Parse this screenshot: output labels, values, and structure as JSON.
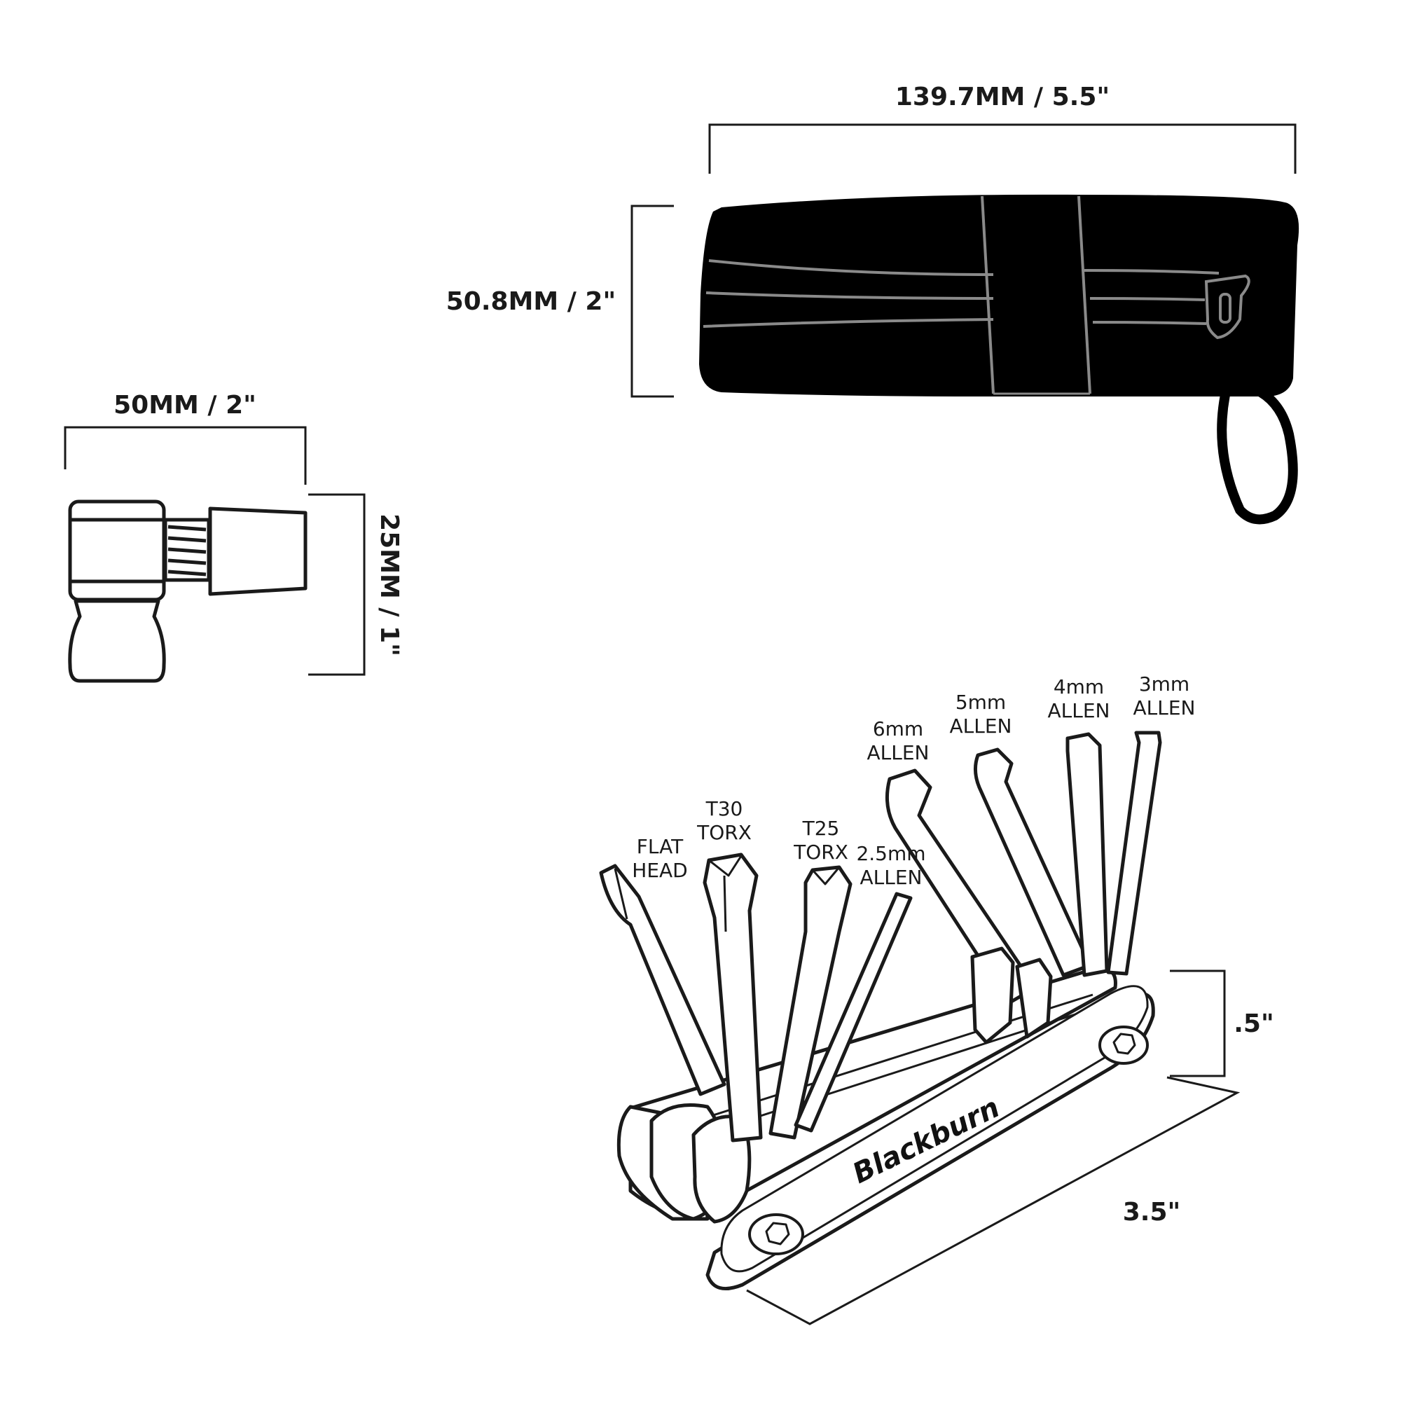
{
  "dimensions": {
    "roll_width": "139.7MM / 5.5\"",
    "roll_height": "50.8MM / 2\"",
    "inflator_width": "50MM / 2\"",
    "inflator_height": "25MM / 1\"",
    "multitool_height": ".5\"",
    "multitool_length": "3.5\""
  },
  "tool_labels": {
    "flat_head": [
      "FLAT",
      "HEAD"
    ],
    "t30_torx": [
      "T30",
      "TORX"
    ],
    "t25_torx": [
      "T25",
      "TORX"
    ],
    "allen_2_5": [
      "2.5mm",
      "ALLEN"
    ],
    "allen_6": [
      "6mm",
      "ALLEN"
    ],
    "allen_5": [
      "5mm",
      "ALLEN"
    ],
    "allen_4": [
      "4mm",
      "ALLEN"
    ],
    "allen_3": [
      "3mm",
      "ALLEN"
    ]
  },
  "brand": "Blackburn",
  "colors": {
    "ink": "#1a1a1a",
    "roll_body": "#000000",
    "roll_stitch": "#8a8a8a",
    "background": "#ffffff"
  }
}
